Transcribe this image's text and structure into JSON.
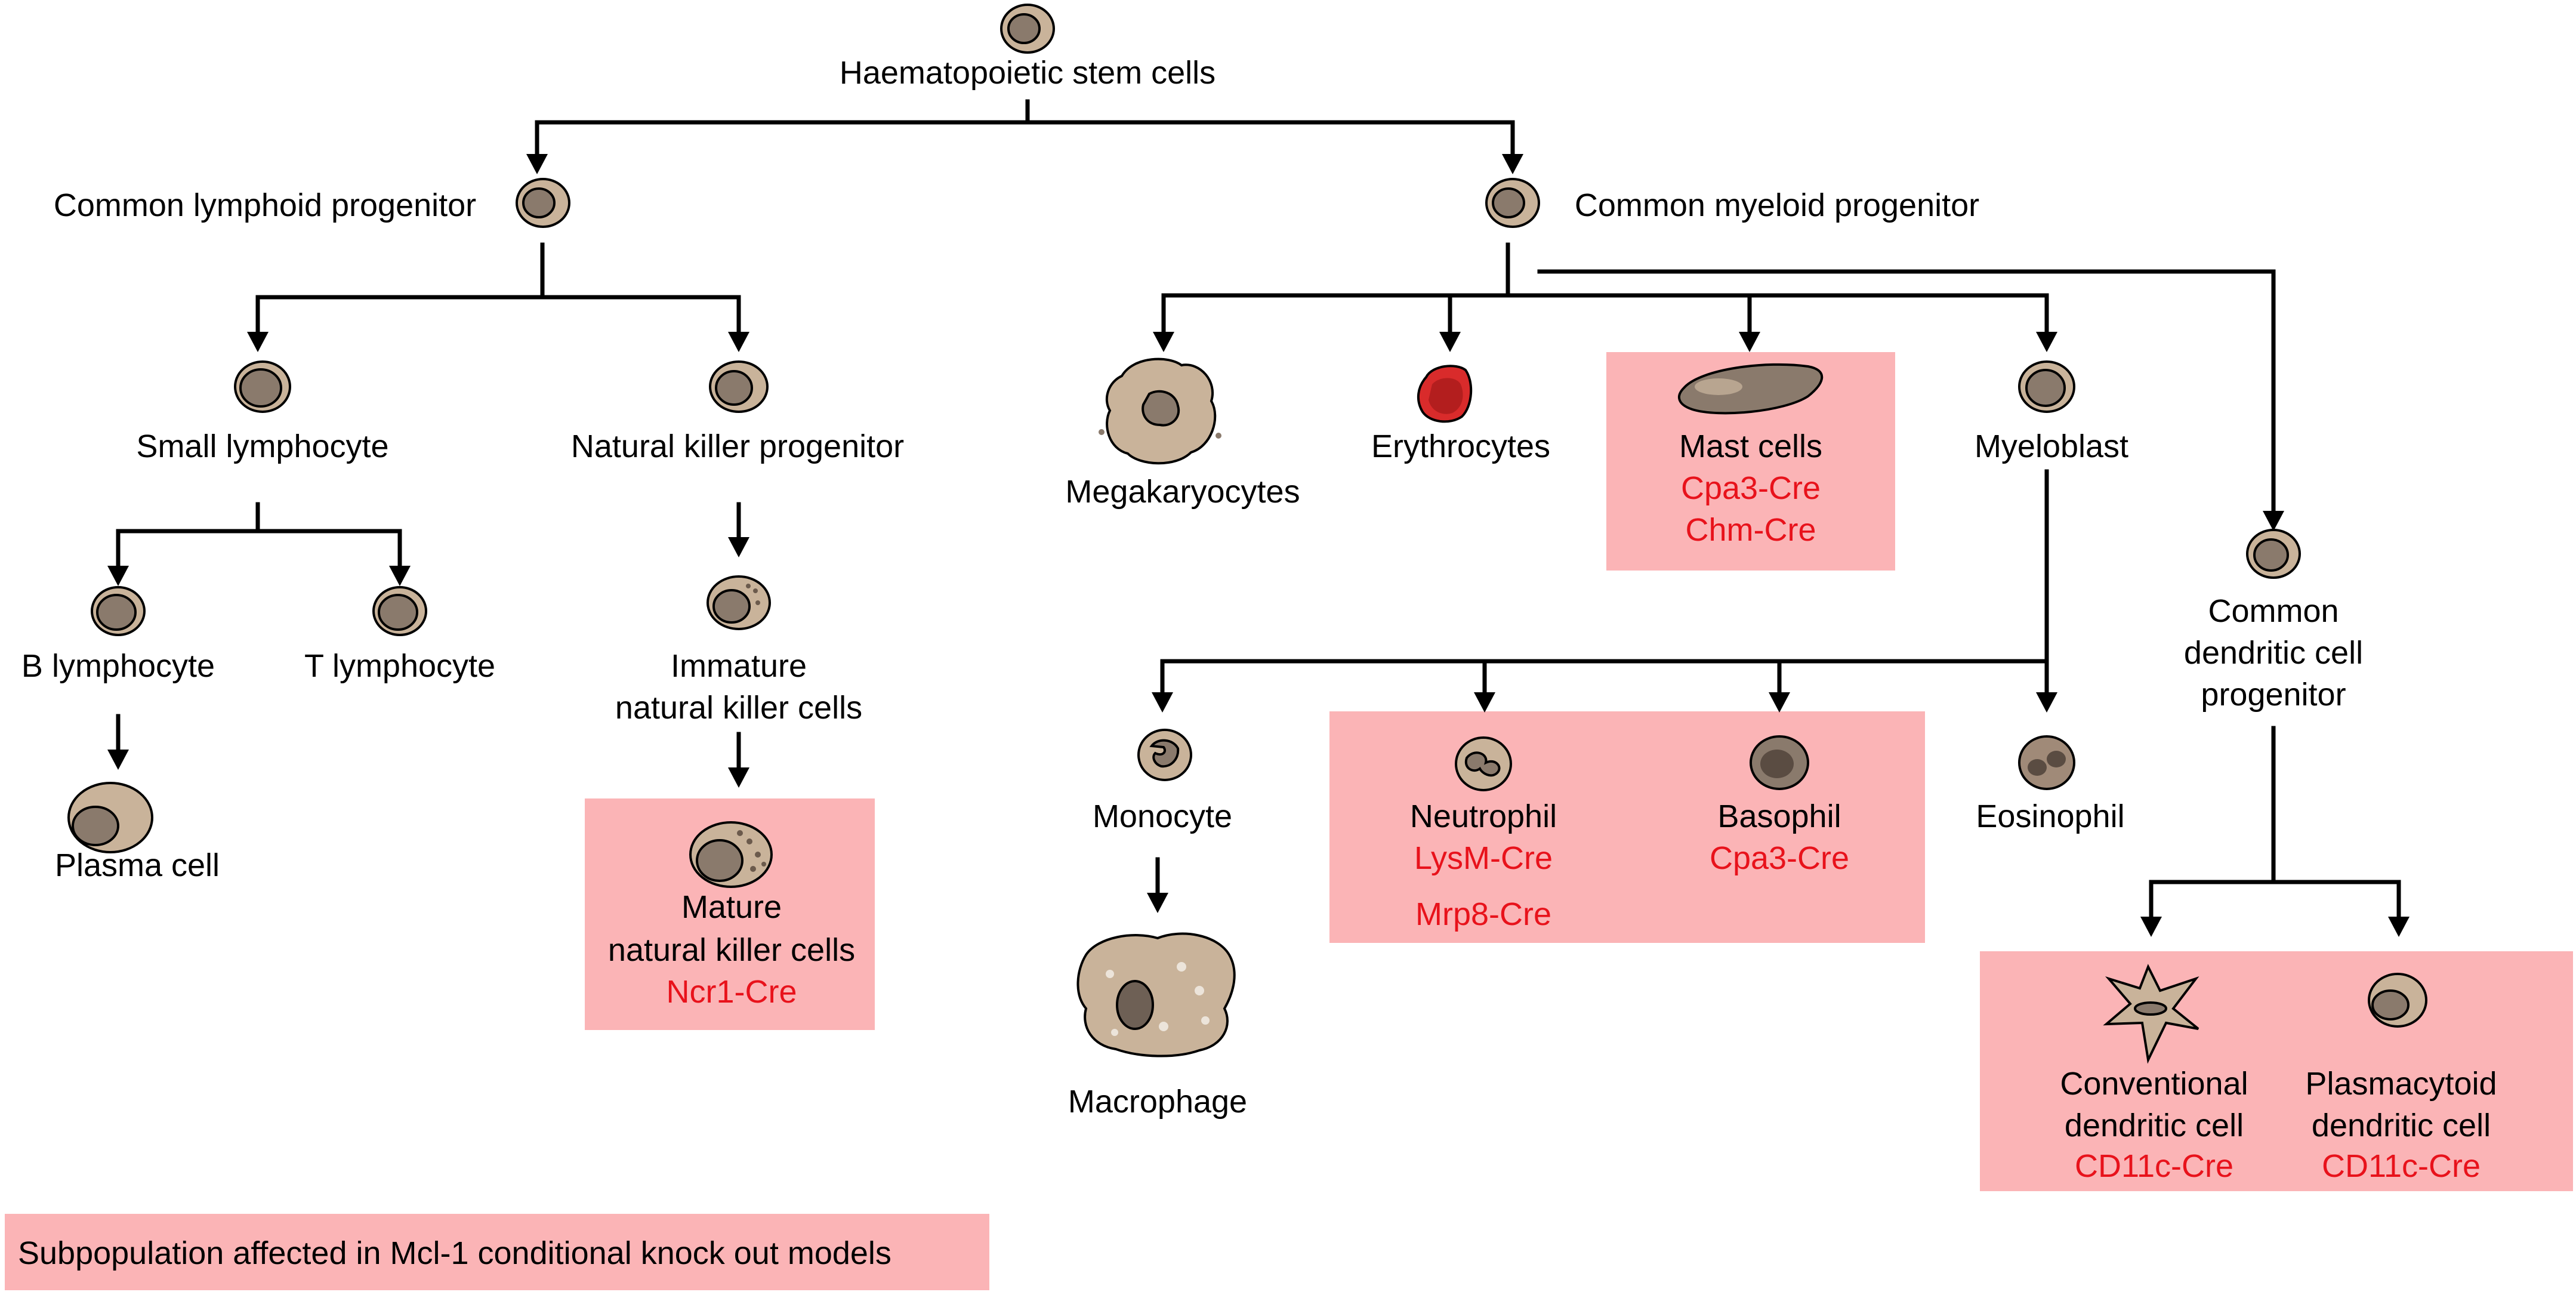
{
  "colors": {
    "highlight_fill": "#fbb4b6",
    "cre_text": "#e8121b",
    "cell_fill": "#c9b39a",
    "nucleus_fill": "#8a7a6c",
    "erythrocyte": "#d92b2b"
  },
  "nodes": {
    "hsc": "Haematopoietic stem cells",
    "clp": "Common lymphoid progenitor",
    "cmp": "Common myeloid progenitor",
    "small_lymphocyte": "Small lymphocyte",
    "nk_progenitor": "Natural killer progenitor",
    "b_lymphocyte": "B lymphocyte",
    "t_lymphocyte": "T lymphocyte",
    "plasma_cell": "Plasma cell",
    "immature_nk_1": "Immature",
    "immature_nk_2": "natural killer cells",
    "mature_nk_1": "Mature",
    "mature_nk_2": "natural killer cells",
    "megakaryocytes": "Megakaryocytes",
    "erythrocytes": "Erythrocytes",
    "mast_cells": "Mast cells",
    "myeloblast": "Myeloblast",
    "cdp_1": "Common",
    "cdp_2": "dendritic cell",
    "cdp_3": "progenitor",
    "monocyte": "Monocyte",
    "macrophage": "Macrophage",
    "neutrophil": "Neutrophil",
    "basophil": "Basophil",
    "eosinophil": "Eosinophil",
    "cdc_1": "Conventional",
    "cdc_2": "dendritic cell",
    "pdc_1": "Plasmacytoid",
    "pdc_2": "dendritic cell"
  },
  "cre": {
    "mast_cpa3": "Cpa3-Cre",
    "mast_chm": "Chm-Cre",
    "nk_ncr1": "Ncr1-Cre",
    "neutrophil_lysm": "LysM-Cre",
    "neutrophil_mrp8": "Mrp8-Cre",
    "basophil_cpa3": "Cpa3-Cre",
    "cdc_cd11c": "CD11c-Cre",
    "pdc_cd11c": "CD11c-Cre"
  },
  "legend": {
    "text": "Subpopulation affected in Mcl-1 conditional knock out models"
  }
}
